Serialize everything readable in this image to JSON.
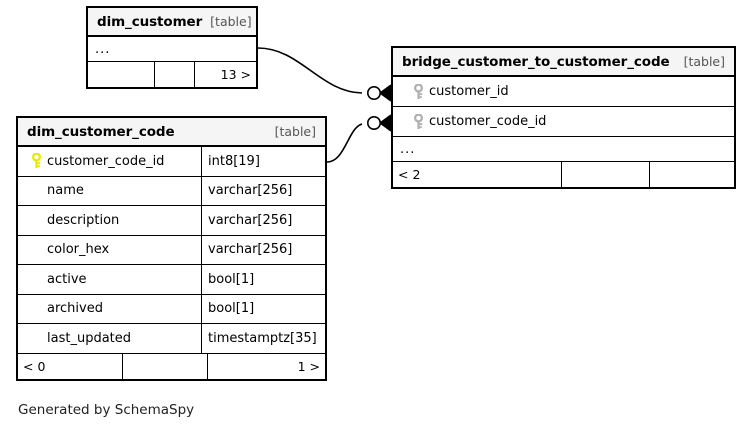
{
  "diagram": {
    "type": "entity-relationship",
    "generator_credit": "Generated by SchemaSpy",
    "table_tag": "[table]",
    "ellipsis": "...",
    "colors": {
      "background": "#ffffff",
      "table_border": "#000000",
      "header_fill": "#f5f5f5",
      "primary_key_icon": "#e8e800",
      "foreign_key_icon": "#b0b0b0",
      "connector": "#000000"
    }
  },
  "tables": [
    {
      "id": "dim_customer",
      "name": "dim_customer",
      "tag": "[table]",
      "collapsed": true,
      "ellipsis": "...",
      "columns": [],
      "footer": [
        "",
        "",
        "13 >"
      ]
    },
    {
      "id": "dim_customer_code",
      "name": "dim_customer_code",
      "tag": "[table]",
      "collapsed": false,
      "columns": [
        {
          "key": "primary",
          "name": "customer_code_id",
          "type": "int8[19]"
        },
        {
          "key": "none",
          "name": "name",
          "type": "varchar[256]"
        },
        {
          "key": "none",
          "name": "description",
          "type": "varchar[256]"
        },
        {
          "key": "none",
          "name": "color_hex",
          "type": "varchar[256]"
        },
        {
          "key": "none",
          "name": "active",
          "type": "bool[1]"
        },
        {
          "key": "none",
          "name": "archived",
          "type": "bool[1]"
        },
        {
          "key": "none",
          "name": "last_updated",
          "type": "timestamptz[35]"
        }
      ],
      "footer": [
        "< 0",
        "",
        "1 >"
      ]
    },
    {
      "id": "bridge_customer_to_customer_code",
      "name": "bridge_customer_to_customer_code",
      "tag": "[table]",
      "collapsed": false,
      "ellipsis": "...",
      "columns": [
        {
          "key": "foreign",
          "name": "customer_id",
          "type": ""
        },
        {
          "key": "foreign",
          "name": "customer_code_id",
          "type": ""
        }
      ],
      "footer": [
        "< 2",
        "",
        ""
      ]
    }
  ],
  "relationships": [
    {
      "id": "rel-dim-customer-to-bridge",
      "from_table": "dim_customer",
      "to_table": "bridge_customer_to_customer_code",
      "to_column": "customer_id",
      "notation": "zero-or-many"
    },
    {
      "id": "rel-dim-customer-code-to-bridge",
      "from_table": "dim_customer_code",
      "from_column": "customer_code_id",
      "to_table": "bridge_customer_to_customer_code",
      "to_column": "customer_code_id",
      "notation": "zero-or-many"
    }
  ]
}
